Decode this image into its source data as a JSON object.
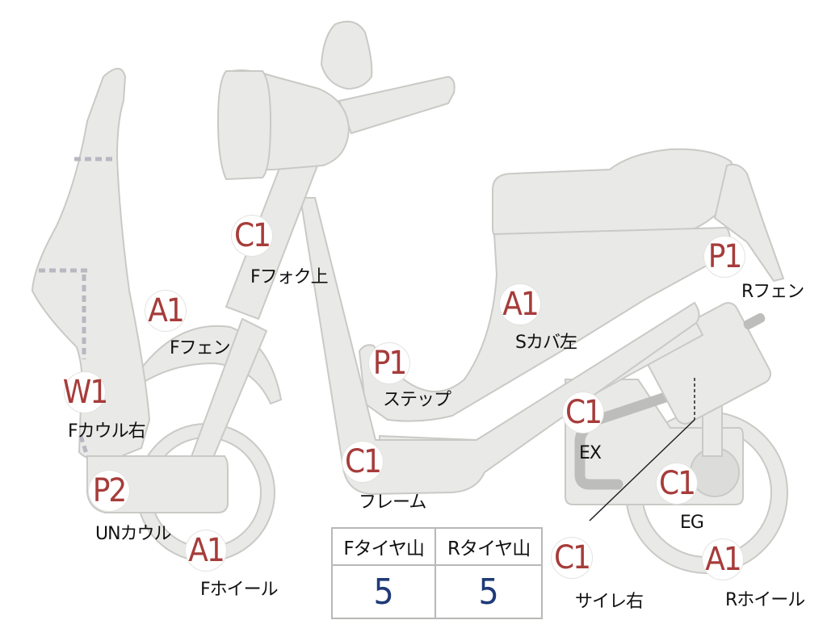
{
  "parts": [
    {
      "id": "front-cowl-right",
      "grade": "W1",
      "name": "Fカウル右"
    },
    {
      "id": "under-cowl",
      "grade": "P2",
      "name": "UNカウル"
    },
    {
      "id": "front-fender",
      "grade": "A1",
      "name": "Fフェン"
    },
    {
      "id": "front-fork-upper",
      "grade": "C1",
      "name": "Fフォク上"
    },
    {
      "id": "front-wheel",
      "grade": "A1",
      "name": "Fホイール"
    },
    {
      "id": "frame",
      "grade": "C1",
      "name": "フレーム"
    },
    {
      "id": "step",
      "grade": "P1",
      "name": "ステップ"
    },
    {
      "id": "side-cover-left",
      "grade": "A1",
      "name": "Sカバ左"
    },
    {
      "id": "rear-fender",
      "grade": "P1",
      "name": "Rフェン"
    },
    {
      "id": "exhaust",
      "grade": "C1",
      "name": "EX"
    },
    {
      "id": "engine",
      "grade": "C1",
      "name": "EG"
    },
    {
      "id": "muffler-right",
      "grade": "C1",
      "name": "サイレ右"
    },
    {
      "id": "rear-wheel",
      "grade": "A1",
      "name": "Rホイール"
    }
  ],
  "tire_table": {
    "front_header": "Fタイヤ山",
    "rear_header": "Rタイヤ山",
    "front_value": "5",
    "rear_value": "5"
  },
  "colors": {
    "grade_text": "#a63c3a",
    "tread_value": "#1f3a78",
    "part_fill": "#e9e9e7",
    "part_stroke": "#c9c9c6"
  }
}
